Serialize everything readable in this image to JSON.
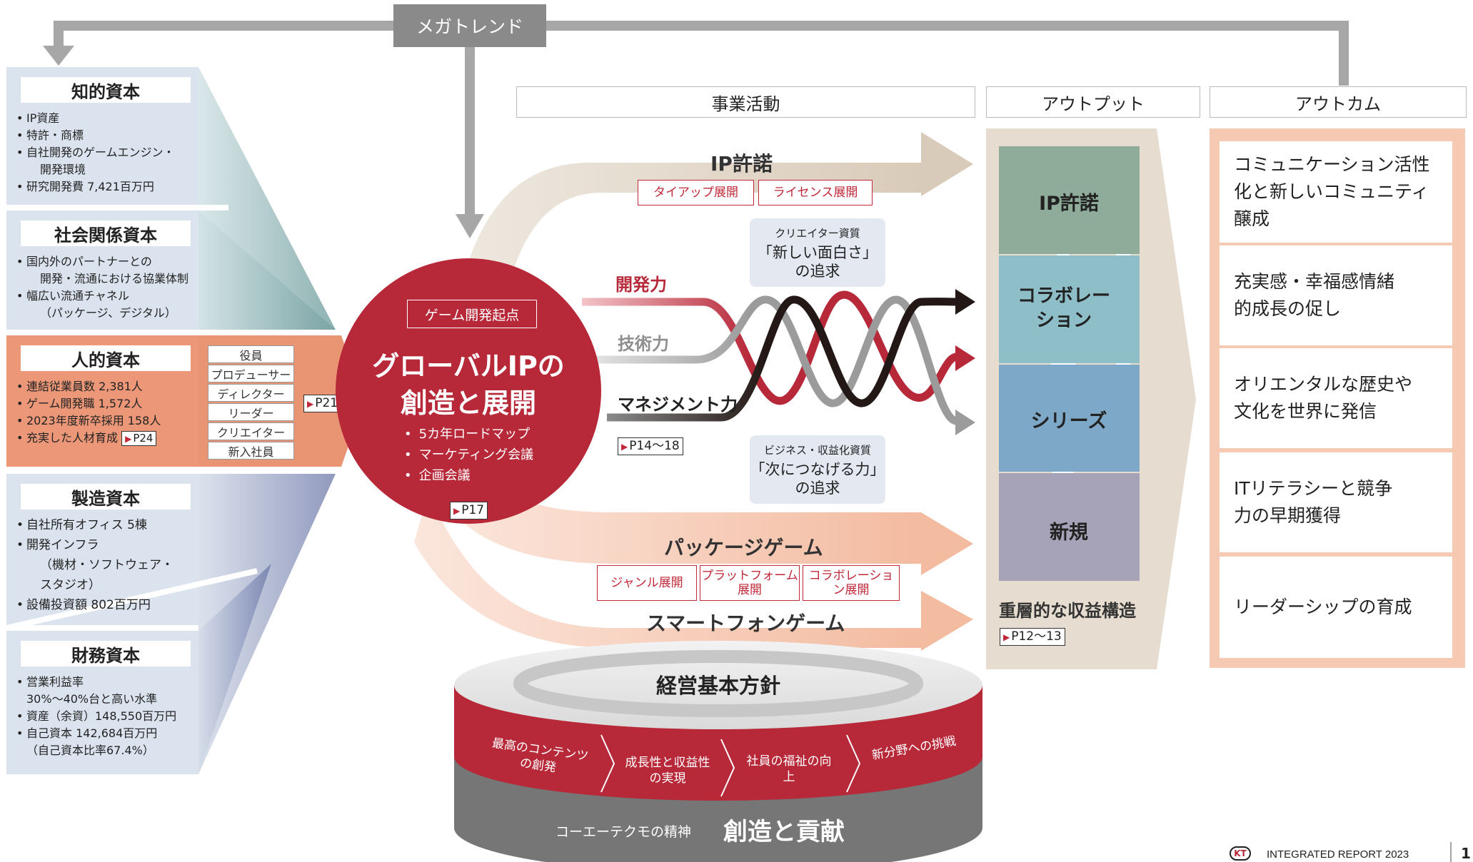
{
  "megatrend": "メガトレンド",
  "headers": {
    "business": "事業活動",
    "output": "アウトプット",
    "outcome": "アウトカム"
  },
  "capitals": [
    {
      "title": "知的資本",
      "items": [
        "IP資産",
        "特許・商標",
        "自社開発のゲームエンジン・",
        "開発環境",
        "研究開発費 7,421百万円"
      ]
    },
    {
      "title": "社会関係資本",
      "items": [
        "国内外のパートナーとの",
        "開発・流通における協業体制",
        "幅広い流通チャネル",
        "（パッケージ、デジタル）"
      ]
    },
    {
      "title": "人的資本",
      "items": [
        "連結従業員数 2,381人",
        "ゲーム開発職 1,572人",
        "2023年度新卒採用 158人",
        "充実した人材育成"
      ],
      "ref": "P24",
      "roles": [
        "役員",
        "プロデューサー",
        "ディレクター",
        "リーダー",
        "クリエイター",
        "新入社員"
      ],
      "roles_ref": "P21"
    },
    {
      "title": "製造資本",
      "items": [
        "自社所有オフィス 5棟",
        "開発インフラ",
        "（機材・ソフトウェア・",
        "スタジオ）",
        "設備投資額 802百万円"
      ]
    },
    {
      "title": "財務資本",
      "items": [
        "営業利益率",
        "30%～40%台と高い水準",
        "資産（余資）148,550百万円",
        "自己資本 142,684百万円",
        "（自己資本比率67.4%）"
      ]
    }
  ],
  "core": {
    "tag": "ゲーム開発起点",
    "title_line1": "グローバルIPの",
    "title_line2": "創造と展開",
    "items": [
      "5カ年ロードマップ",
      "マーケティング会議",
      "企画会議"
    ],
    "ref": "P17"
  },
  "flows": {
    "ip": {
      "label": "IP許諾",
      "tags": [
        "タイアップ展開",
        "ライセンス展開"
      ]
    },
    "strengths": [
      "開発力",
      "技術力",
      "マネジメント力"
    ],
    "strengths_ref": "P14～18",
    "creator": {
      "small": "クリエイター資質",
      "big1": "「新しい面白さ」",
      "big2": "の追求"
    },
    "business": {
      "small": "ビジネス・収益化資質",
      "big1": "「次につなげる力」",
      "big2": "の追求"
    },
    "package": {
      "label": "パッケージゲーム",
      "tags": [
        "ジャンル展開",
        "プラットフォーム展開",
        "コラボレーション展開"
      ]
    },
    "smartphone": {
      "label": "スマートフォンゲーム"
    }
  },
  "output": {
    "layers": [
      "IP許諾",
      "コラボレーション",
      "シリーズ",
      "新規"
    ],
    "layer_colors": [
      "#8fab9a",
      "#8ebfc9",
      "#7ea8c8",
      "#a6a2b8"
    ],
    "caption": "重層的な収益構造",
    "ref": "P12～13"
  },
  "outcomes": [
    "コミュニケーション活性化と新しいコミュニティ醸成",
    "充実感・幸福感情緒的成長の促し",
    "オリエンタルな歴史や文化を世界に発信",
    "ITリテラシーと競争力の早期獲得",
    "リーダーシップの育成"
  ],
  "foundation": {
    "title": "経営基本方針",
    "pillars": [
      "最高のコンテンツの創発",
      "成長性と収益性の実現",
      "社員の福祉の向上",
      "新分野への挑戦"
    ],
    "spirit_small": "コーエーテクモの精神",
    "spirit_big": "創造と貢献"
  },
  "footer": {
    "logo": "KT",
    "report": "INTEGRATED REPORT 2023",
    "page": "1"
  },
  "colors": {
    "red": "#b72839",
    "gray_arrow": "#a7a7a7",
    "beige": "#e6ddd0",
    "salmon": "#f1b79c"
  }
}
